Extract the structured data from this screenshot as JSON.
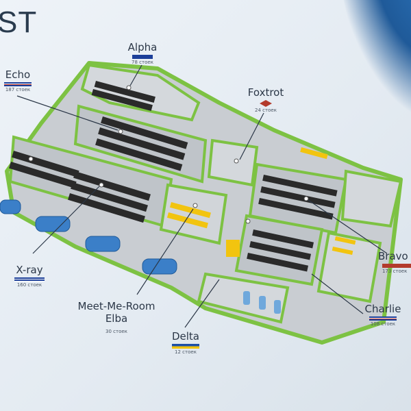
{
  "heading_fragment": "ST",
  "rooms": [
    {
      "name": "Alpha",
      "racks": "78 стоек",
      "flag": "blue"
    },
    {
      "name": "Echo",
      "racks": "187 стоек",
      "flag": "stripes"
    },
    {
      "name": "Foxtrot",
      "racks": "24 стоек",
      "flag": "diamond"
    },
    {
      "name": "Bravo",
      "racks": "173 стоек",
      "flag": "red"
    },
    {
      "name": "X-ray",
      "racks": "160 стоек",
      "flag": "xray"
    },
    {
      "name": "Meet-Me-Room",
      "name2": "Elba",
      "racks": "30 стоек",
      "flag": "none"
    },
    {
      "name": "Delta",
      "racks": "12 стоек",
      "flag": "ua"
    },
    {
      "name": "Charlie",
      "racks": "108 стоек",
      "flag": "stripes"
    }
  ],
  "colors": {
    "wall": "#7dc243",
    "floor": "#c8ccd1",
    "rack": "#2a2a2a",
    "yellow_rack": "#f2c40f",
    "tank": "#3b7fc8"
  }
}
